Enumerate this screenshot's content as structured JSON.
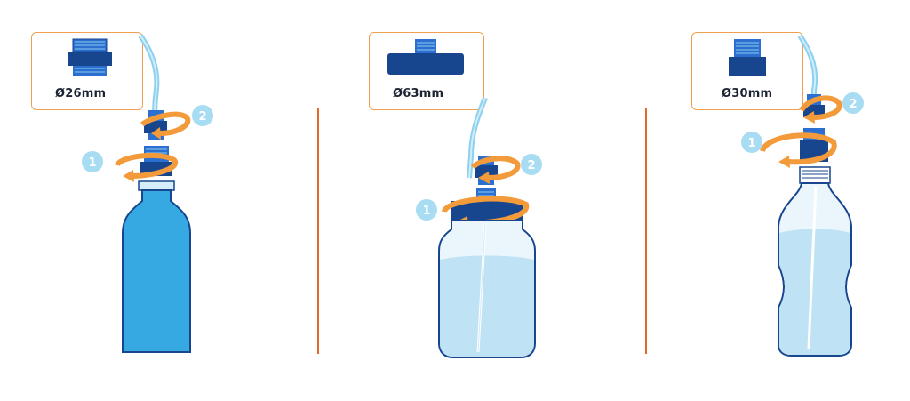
{
  "colors": {
    "orange": "#f39a3a",
    "orange_dark": "#e4682a",
    "blue_dark": "#17468e",
    "blue_mid": "#2b6fd0",
    "blue_light": "#6aaee6",
    "bottle_blue": "#36a9e3",
    "water": "#bfe3f5",
    "glass": "#eaf6fc",
    "badge": "#a8dcf2"
  },
  "panels": [
    {
      "size_label": "Ø26mm",
      "steps": [
        "1",
        "2"
      ]
    },
    {
      "size_label": "Ø63mm",
      "steps": [
        "1",
        "2"
      ]
    },
    {
      "size_label": "Ø30mm",
      "steps": [
        "1",
        "2"
      ]
    }
  ]
}
